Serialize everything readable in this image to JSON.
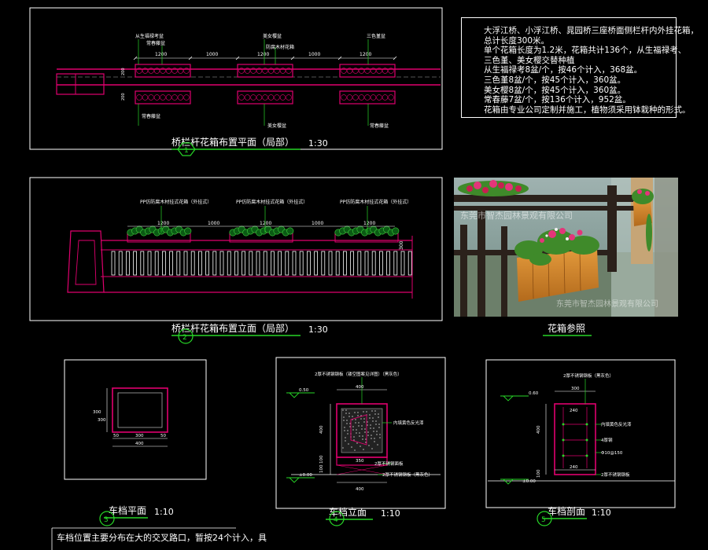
{
  "titles": {
    "plan": "桥栏杆花箱布置平面（局部）",
    "plan_scale": "1:30",
    "plan_no": "1",
    "elev": "桥栏杆花箱布置立面（局部）",
    "elev_scale": "1:30",
    "elev_no": "2",
    "photo": "花箱参照",
    "bplan": "车档平面",
    "bplan_scale": "1:10",
    "bplan_no": "3",
    "belev": "车档立面",
    "belev_scale": "1:10",
    "belev_no": "4",
    "bsect": "车档剖面",
    "bsect_scale": "1:10",
    "bsect_no": "5"
  },
  "notes": [
    "大浮江桥、小浮江桥、晁园桥三座桥面侧栏杆内外挂花箱，",
    "总计长度300米。",
    "单个花箱长度为1.2米，花箱共计136个，从生福禄考、",
    "三色堇、美女樱交替种植",
    "从生福禄考8盆/个，按46个计入，368盆。",
    "三色堇8盆/个，按45个计入，360盆。",
    "美女樱8盆/个，按45个计入，360盆。",
    "常春藤7盆/个，按136个计入，952盆。",
    "花箱由专业公司定制并施工，植物须采用钵栽种的形式。"
  ],
  "plan": {
    "labels_top": [
      "从生福禄考盆",
      "常春藤盆",
      "美女樱盆",
      "三色堇盆"
    ],
    "labels_bottom": [
      "常春藤盆",
      "美女樱盆",
      "常春藤盆"
    ],
    "mid_label": "防腐木材花箱",
    "dims": [
      "1200",
      "1000",
      "1200",
      "1000",
      "1200"
    ],
    "side_dims": [
      "200",
      "200"
    ]
  },
  "elev": {
    "labels": [
      "PP仿防腐木材挂式花箱（外挂式）",
      "PP仿防腐木材挂式花箱（外挂式）",
      "PP仿防腐木材挂式花箱（外挂式）"
    ],
    "dims": [
      "1200",
      "1000",
      "1200",
      "1000",
      "1200"
    ],
    "side_dim": "300"
  },
  "bplan": {
    "dims": [
      "300",
      "50",
      "300",
      "50",
      "400",
      "300",
      "400"
    ]
  },
  "belev": {
    "top_label": "2厚不锈钢钢板（镂空图案见详图）（黑灰色）",
    "right_label": "内填黄色反光漆",
    "mid_label": "2厚不锈钢面板",
    "bottom_label": "2厚不锈钢钢板（黑灰色）",
    "lvl_top": "0.50",
    "lvl_base": "±0.00",
    "dims": [
      "400",
      "400",
      "100",
      "100",
      "350",
      "400"
    ]
  },
  "bsect": {
    "top_label": "2厚不锈钢钢板（黑灰色）",
    "right_labels": [
      "内填黄色反光漆",
      "4厚钢",
      "Φ10@150",
      "2厚不锈钢钢板"
    ],
    "lvl_top": "0.60",
    "lvl_base": "±0.00",
    "dims": [
      "300",
      "240",
      "400",
      "240",
      "100"
    ]
  },
  "bottom_note": "车档位置主要分布在大的交叉路口，暂按24个计入，具",
  "photo_watermark": "东莞市智杰园林景观有限公司",
  "photo_watermark2": "东莞市智杰园林景观有限公司"
}
